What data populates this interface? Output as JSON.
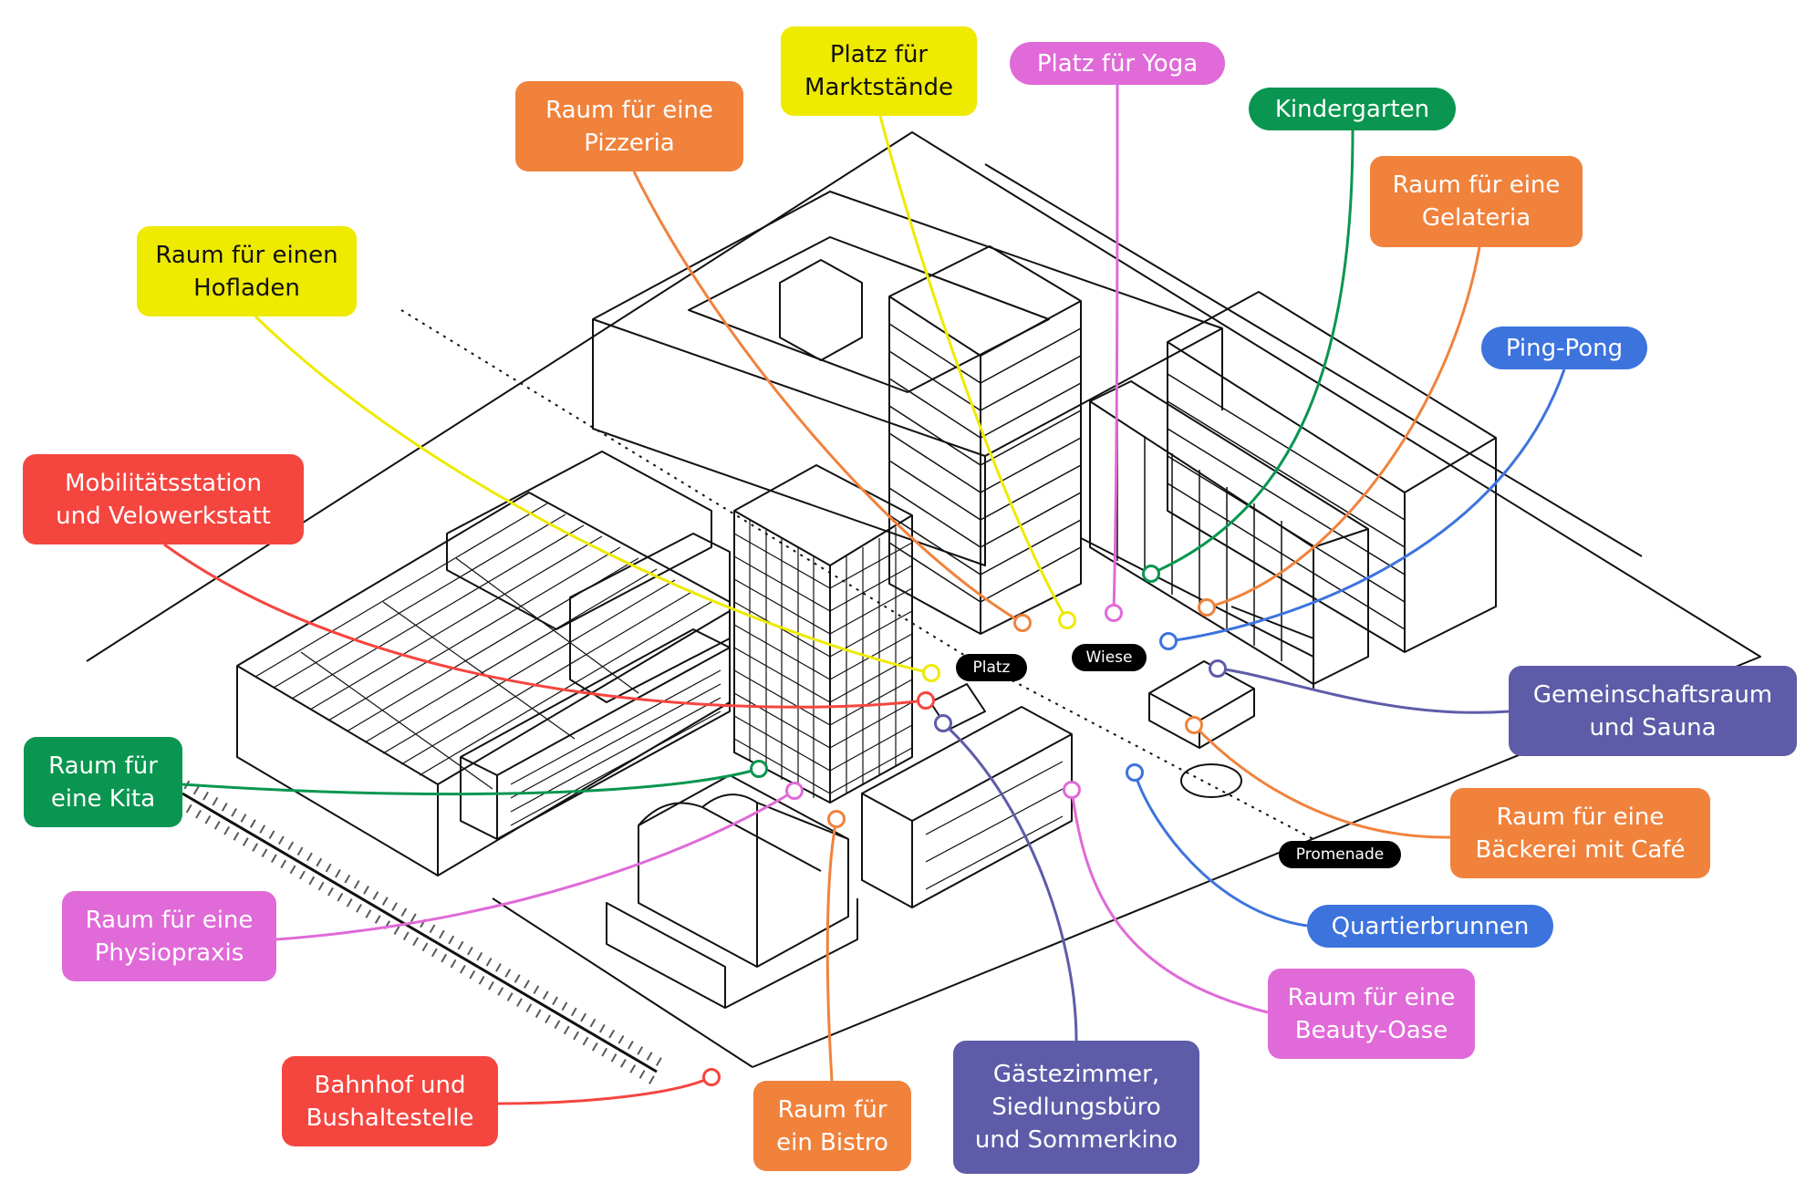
{
  "colors": {
    "yellow": "#eeea00",
    "orange": "#f0823c",
    "pink": "#e06ad8",
    "green": "#0a9650",
    "red": "#f5453f",
    "blue": "#3d73dd",
    "purple": "#5e5ca8",
    "linework": "#111111"
  },
  "place_tags": {
    "platz": "Platz",
    "wiese": "Wiese",
    "promenade": "Promenade"
  },
  "callouts": [
    {
      "id": "marktstaende",
      "text": "Platz für\nMarktstände",
      "color": "yellow"
    },
    {
      "id": "yoga",
      "text": "Platz für Yoga",
      "color": "pink"
    },
    {
      "id": "pizzeria",
      "text": "Raum für eine\nPizzeria",
      "color": "orange"
    },
    {
      "id": "kindergarten",
      "text": "Kindergarten",
      "color": "green"
    },
    {
      "id": "gelateria",
      "text": "Raum für eine\nGelateria",
      "color": "orange"
    },
    {
      "id": "hofladen",
      "text": "Raum für einen\nHofladen",
      "color": "yellow"
    },
    {
      "id": "pingpong",
      "text": "Ping-Pong",
      "color": "blue"
    },
    {
      "id": "mobilitaet",
      "text": "Mobilitätsstation\nund Velowerkstatt",
      "color": "red"
    },
    {
      "id": "gemeinschaft",
      "text": "Gemeinschaftsraum\nund Sauna",
      "color": "purple"
    },
    {
      "id": "kita",
      "text": "Raum für\neine Kita",
      "color": "green"
    },
    {
      "id": "baeckerei",
      "text": "Raum für eine\nBäckerei mit Café",
      "color": "orange"
    },
    {
      "id": "physio",
      "text": "Raum für eine\nPhysiopraxis",
      "color": "pink"
    },
    {
      "id": "brunnen",
      "text": "Quartierbrunnen",
      "color": "blue"
    },
    {
      "id": "beauty",
      "text": "Raum für eine\nBeauty-Oase",
      "color": "pink"
    },
    {
      "id": "bahnhof",
      "text": "Bahnhof und\nBushaltestelle",
      "color": "red"
    },
    {
      "id": "bistro",
      "text": "Raum für\nein Bistro",
      "color": "orange"
    },
    {
      "id": "gaeste",
      "text": "Gästezimmer,\nSiedlungsbüro\nund Sommerkino",
      "color": "purple"
    }
  ]
}
